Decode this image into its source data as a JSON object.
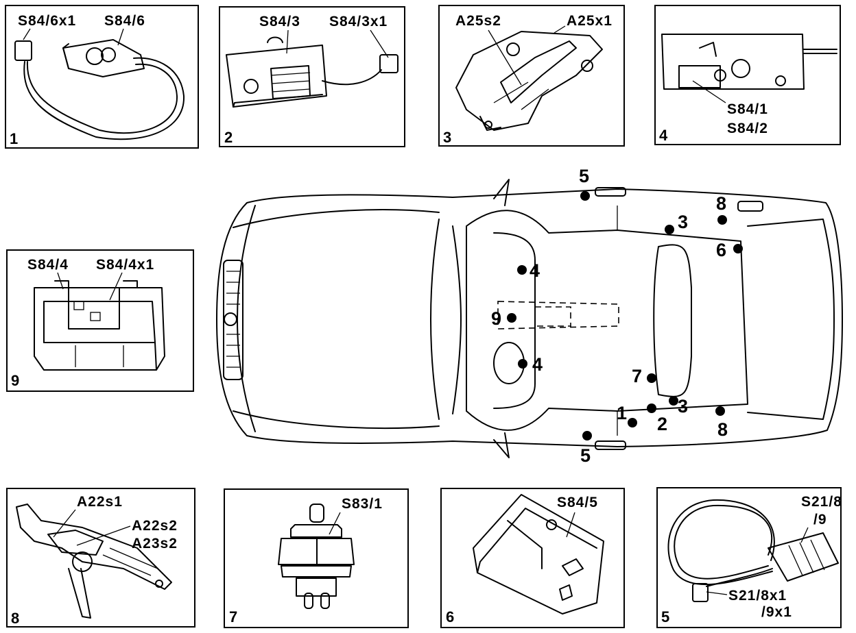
{
  "panels": {
    "p1": {
      "number": "1",
      "labels": [
        "S84/6x1",
        "S84/6"
      ]
    },
    "p2": {
      "number": "2",
      "labels": [
        "S84/3",
        "S84/3x1"
      ]
    },
    "p3": {
      "number": "3",
      "labels": [
        "A25s2",
        "A25x1"
      ]
    },
    "p4": {
      "number": "4",
      "labels": [
        "S84/1",
        "S84/2"
      ]
    },
    "p9": {
      "number": "9",
      "labels": [
        "S84/4",
        "S84/4x1"
      ]
    },
    "p8": {
      "number": "8",
      "labels": [
        "A22s1",
        "A22s2",
        "A23s2"
      ]
    },
    "p7": {
      "number": "7",
      "labels": [
        "S83/1"
      ]
    },
    "p6": {
      "number": "6",
      "labels": [
        "S84/5"
      ]
    },
    "p5": {
      "number": "5",
      "labels": [
        "S21/8",
        "/9",
        "S21/8x1",
        "/9x1"
      ]
    }
  },
  "car_locations": [
    "5",
    "8",
    "3",
    "6",
    "4",
    "9",
    "4",
    "7",
    "3",
    "1",
    "2",
    "8",
    "5"
  ],
  "colors": {
    "ink": "#000000",
    "paper": "#ffffff"
  }
}
